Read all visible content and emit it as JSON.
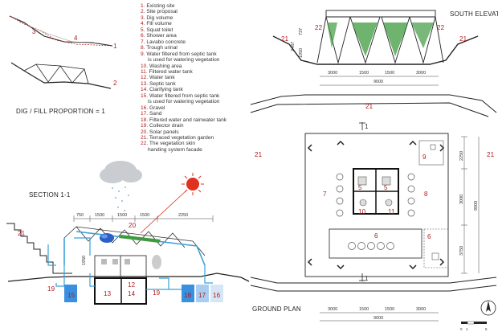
{
  "legend": [
    {
      "n": "1.",
      "t": "Existing site"
    },
    {
      "n": "2.",
      "t": "Site proposal"
    },
    {
      "n": "3.",
      "t": "Dig volume"
    },
    {
      "n": "4.",
      "t": "Fill volume"
    },
    {
      "n": "5.",
      "t": "Squat toilet"
    },
    {
      "n": "6.",
      "t": "Shower area"
    },
    {
      "n": "7.",
      "t": "Lavabo concrete"
    },
    {
      "n": "8.",
      "t": "Trough urinal"
    },
    {
      "n": "9.",
      "t": "Water filtered from septic tank",
      "t2": "is used for watering vegetation"
    },
    {
      "n": "10.",
      "t": "Washing area"
    },
    {
      "n": "11.",
      "t": "Filtered water tank"
    },
    {
      "n": "12.",
      "t": "Water tank"
    },
    {
      "n": "13.",
      "t": "Septic tank"
    },
    {
      "n": "14.",
      "t": "Clarifying tank"
    },
    {
      "n": "15.",
      "t": "Water filtered from septic tank",
      "t2": "is used for watering vegetation"
    },
    {
      "n": "16.",
      "t": "Gravel"
    },
    {
      "n": "17.",
      "t": "Sand"
    },
    {
      "n": "18.",
      "t": "Filtered water and rainwater tank"
    },
    {
      "n": "19.",
      "t": "Collector drain"
    },
    {
      "n": "20.",
      "t": "Solar panels"
    },
    {
      "n": "21.",
      "t": "Terraced vegetation garden"
    },
    {
      "n": "22.",
      "t": "The vegetation skin",
      "t2": "handing system facade"
    }
  ],
  "labels": {
    "dig_fill": "DIG / FILL PROPORTION = 1",
    "section": "SECTION 1-1",
    "south": "SOUTH ELEVATI",
    "ground": "GROUND PLAN"
  },
  "dims": {
    "sec_top": [
      "750",
      "1500",
      "1500",
      "1500",
      "2250"
    ],
    "sec_side": "1950",
    "elev_bottom": [
      "3000",
      "1500",
      "1500",
      "3000"
    ],
    "elev_total": "9000",
    "elev_side": [
      "737",
      "2487",
      "1950"
    ],
    "plan_bottom": [
      "3000",
      "1500",
      "1500",
      "3000"
    ],
    "plan_right": [
      "2250",
      "3000",
      "3750"
    ],
    "plan_total": "9000",
    "scale": [
      "0",
      "1",
      "5"
    ]
  },
  "marks": {
    "dig": [
      "3",
      "4",
      "1",
      "2"
    ],
    "sec": [
      "21",
      "20",
      "19",
      "19",
      "12",
      "13",
      "14",
      "15",
      "18",
      "17",
      "16"
    ],
    "elev": [
      "21",
      "22",
      "22",
      "21"
    ],
    "plan": [
      "21",
      "21",
      "21",
      "9",
      "5",
      "5",
      "7",
      "8",
      "6",
      "6",
      "10",
      "11",
      "1",
      "1"
    ]
  },
  "colors": {
    "accent": "#b01818",
    "water": "#2f8fd0",
    "pipe": "#3aa0d8",
    "green": "#3e9a3e",
    "sun": "#e03020"
  }
}
